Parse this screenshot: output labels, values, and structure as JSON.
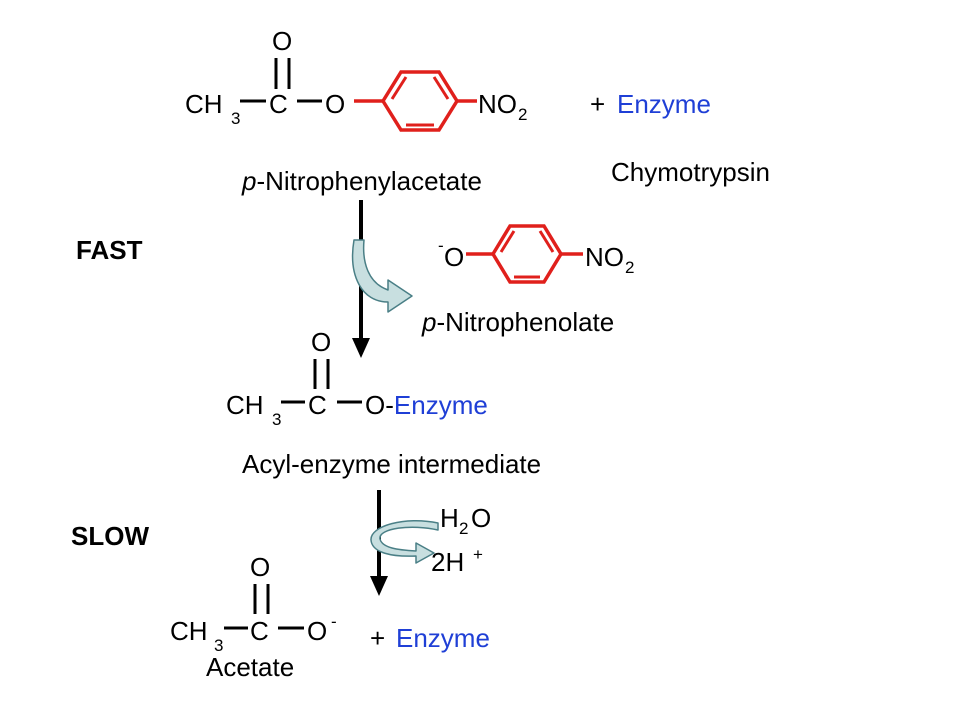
{
  "colors": {
    "text": "#000000",
    "enzyme_blue": "#1f3fd6",
    "ring_red": "#e0201c",
    "arrow_black": "#000000",
    "curved_arrow_fill": "#c8dfe0",
    "curved_arrow_stroke": "#4a7f86"
  },
  "substrate": {
    "O_top": "O",
    "CH": "CH",
    "CH_sub": "3",
    "C": "C",
    "O_ester": "O",
    "NO": "NO",
    "NO_sub": "2",
    "name_prefix": "p",
    "name_rest": "-Nitrophenylacetate"
  },
  "enzyme_top": {
    "plus": "+",
    "label": "Enzyme",
    "name": "Chymotrypsin"
  },
  "fast_label": "FAST",
  "leaving_group": {
    "charge": "-",
    "O": "O",
    "NO": "NO",
    "NO_sub": "2",
    "name_prefix": "p",
    "name_rest": "-Nitrophenolate"
  },
  "intermediate": {
    "O_top": "O",
    "CH": "CH",
    "CH_sub": "3",
    "C": "C",
    "O_dash": "O-",
    "enzyme": "Enzyme",
    "name": "Acyl-enzyme intermediate"
  },
  "slow_label": "SLOW",
  "water": {
    "H": "H",
    "H_sub": "2",
    "O": "O",
    "protons": "2H",
    "protons_sup": "+"
  },
  "product": {
    "O_top": "O",
    "CH": "CH",
    "CH_sub": "3",
    "C": "C",
    "O": "O",
    "O_sup": "-",
    "name": "Acetate",
    "plus": "+",
    "enzyme": "Enzyme"
  }
}
